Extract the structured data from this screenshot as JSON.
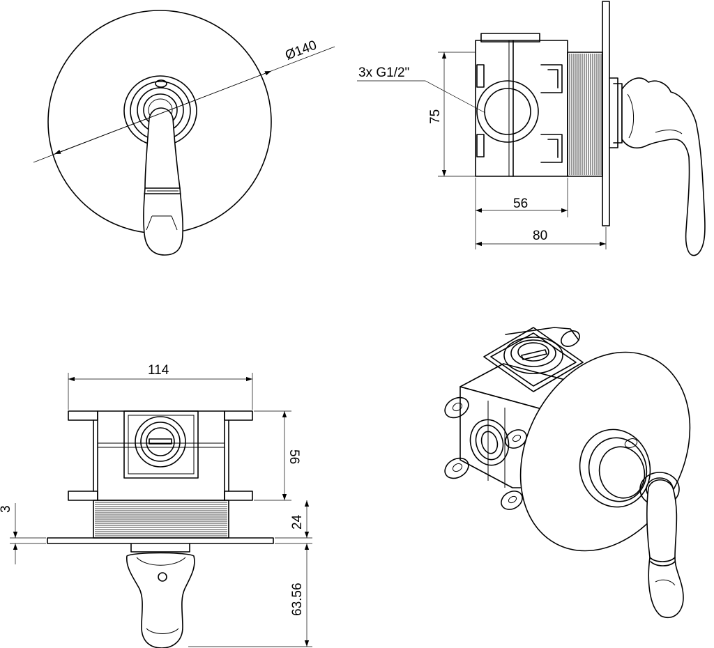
{
  "dimensions": {
    "diameter": "Ø140",
    "connections": "3x G1/2\"",
    "height_side": "75",
    "depth_box": "56",
    "depth_total": "80",
    "width_top": "114",
    "depth_top": "56",
    "plate_thickness": "3",
    "thread_length": "24",
    "handle_projection": "63.56"
  }
}
